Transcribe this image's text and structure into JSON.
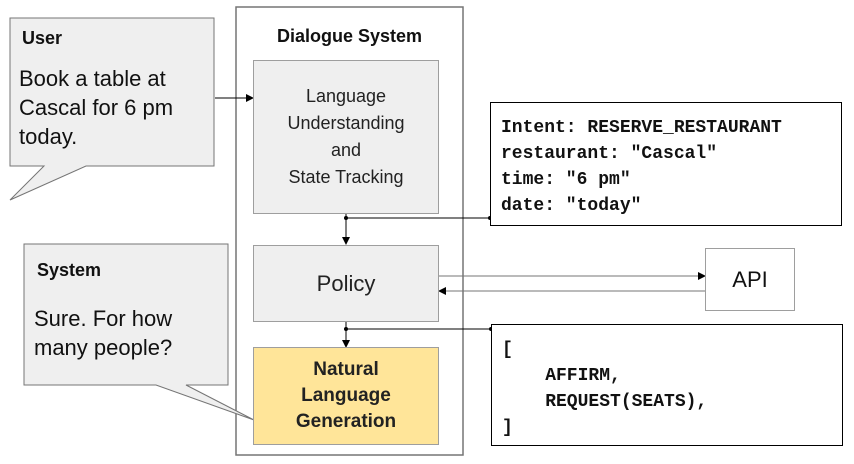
{
  "user_bubble": {
    "title": "User",
    "text_lines": [
      "Book a table at",
      "Cascal for 6 pm",
      "today."
    ]
  },
  "system_bubble": {
    "title": "System",
    "text_lines": [
      "Sure. For how",
      "many people?"
    ]
  },
  "dialogue_system": {
    "title": "Dialogue System",
    "modules": {
      "nlu": {
        "lines": [
          "Language",
          "Understanding",
          "and",
          "State Tracking"
        ]
      },
      "policy": {
        "label": "Policy"
      },
      "nlg": {
        "lines": [
          "Natural",
          "Language",
          "Generation"
        ],
        "fill": "#ffe599"
      }
    }
  },
  "api": {
    "label": "API"
  },
  "state_output": {
    "lines": [
      "Intent: RESERVE_RESTAURANT",
      "restaurant: \"Cascal\"",
      "time: \"6 pm\"",
      "date: \"today\""
    ]
  },
  "actions_output": {
    "lines": [
      "[",
      "    AFFIRM,",
      "    REQUEST(SEATS),",
      "]"
    ]
  },
  "colors": {
    "line": "#000000",
    "bubble_fill": "#efefef",
    "module_border": "#9e9e9e",
    "nlg_fill": "#ffe599"
  }
}
